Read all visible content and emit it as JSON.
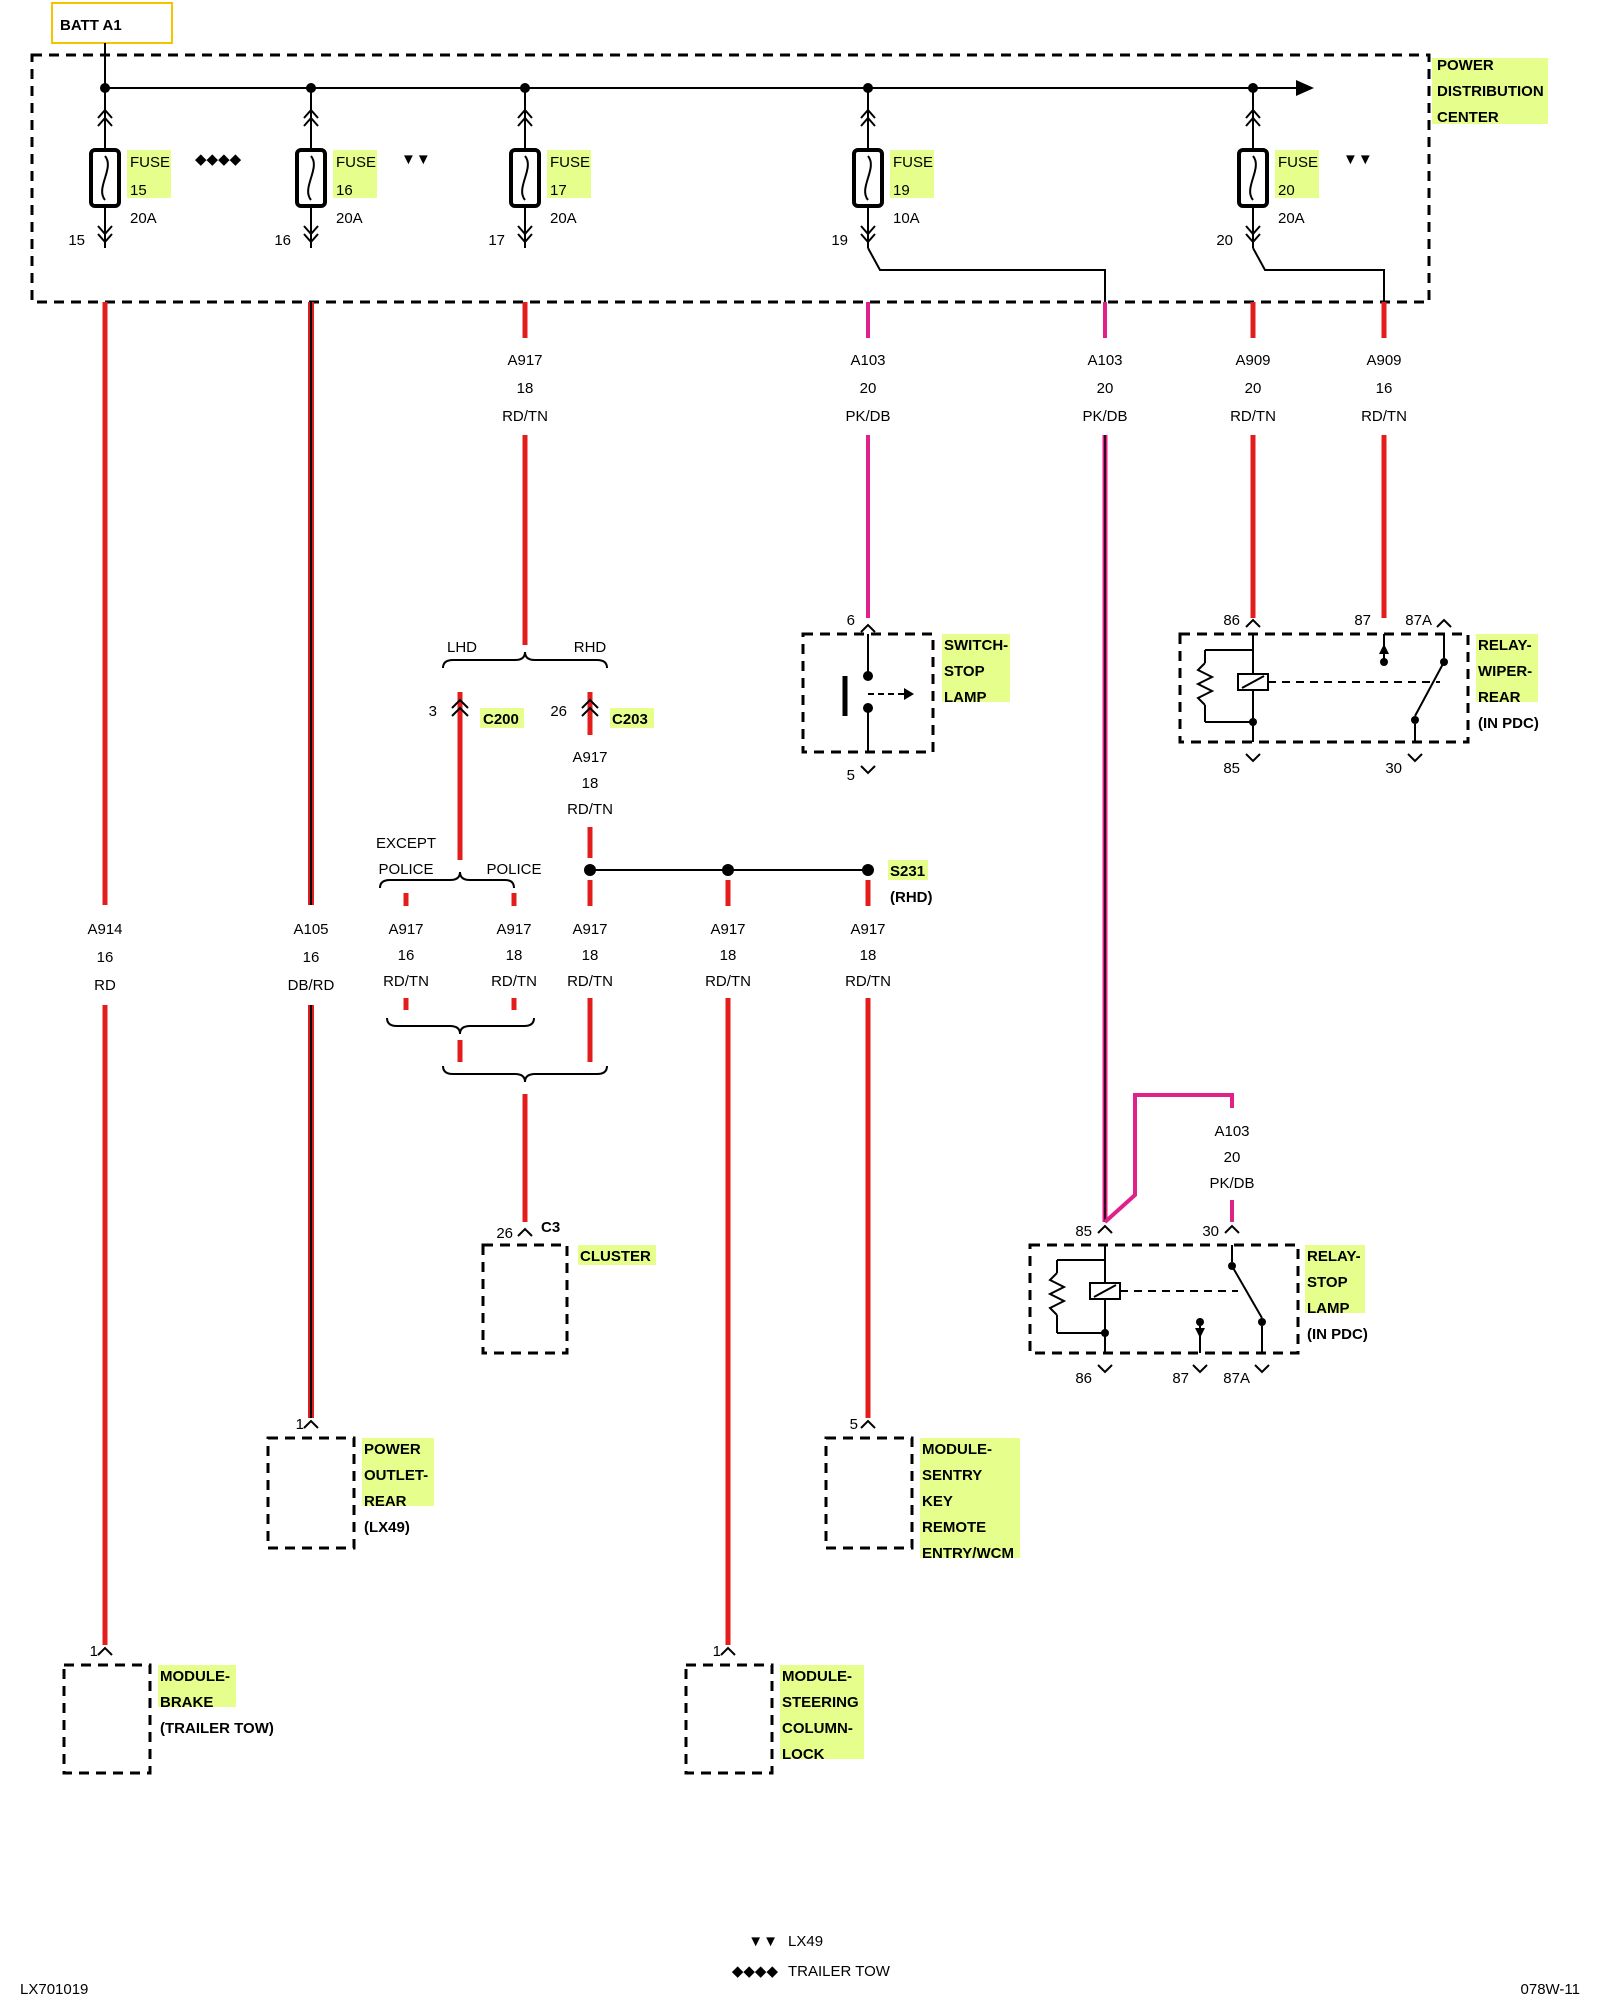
{
  "header": {
    "batt_label": "BATT A1"
  },
  "pdc": {
    "title_lines": [
      "POWER",
      "DISTRIBUTION",
      "CENTER"
    ]
  },
  "fuses": [
    {
      "word": "FUSE",
      "number": "15",
      "rating": "20A",
      "pin": "15",
      "marker": "◆◆◆◆"
    },
    {
      "word": "FUSE",
      "number": "16",
      "rating": "20A",
      "pin": "16",
      "marker": "▼▼"
    },
    {
      "word": "FUSE",
      "number": "17",
      "rating": "20A",
      "pin": "17",
      "marker": ""
    },
    {
      "word": "FUSE",
      "number": "19",
      "rating": "10A",
      "pin": "19",
      "marker": ""
    },
    {
      "word": "FUSE",
      "number": "20",
      "rating": "20A",
      "pin": "20",
      "marker": "▼▼"
    }
  ],
  "wires": {
    "a917_top": [
      "A917",
      "18",
      "RD/TN"
    ],
    "a103_19": [
      "A103",
      "20",
      "PK/DB"
    ],
    "a103_b": [
      "A103",
      "20",
      "PK/DB"
    ],
    "a909_a": [
      "A909",
      "20",
      "RD/TN"
    ],
    "a909_b": [
      "A909",
      "16",
      "RD/TN"
    ],
    "a917_rhd": [
      "A917",
      "18",
      "RD/TN"
    ],
    "a914": [
      "A914",
      "16",
      "RD"
    ],
    "a105": [
      "A105",
      "16",
      "DB/RD"
    ],
    "a917_except": [
      "A917",
      "16",
      "RD/TN"
    ],
    "a917_police": [
      "A917",
      "18",
      "RD/TN"
    ],
    "a917_s231": [
      "A917",
      "18",
      "RD/TN"
    ],
    "a917_steer": [
      "A917",
      "18",
      "RD/TN"
    ],
    "a917_sentry": [
      "A917",
      "18",
      "RD/TN"
    ],
    "a103_stoprelay": [
      "A103",
      "20",
      "PK/DB"
    ]
  },
  "branches": {
    "lhd": "LHD",
    "rhd": "RHD",
    "except_police_lines": [
      "EXCEPT",
      "POLICE"
    ],
    "police": "POLICE"
  },
  "connectors": {
    "c200_pin": "3",
    "c200": "C200",
    "c203_pin": "26",
    "c203": "C203",
    "s231": "S231",
    "s231_note": "(RHD)",
    "c3_pin": "26",
    "c3": "C3"
  },
  "components": {
    "switch_stop_lamp": {
      "lines": [
        "SWITCH-",
        "STOP",
        "LAMP"
      ],
      "pin_top": "6",
      "pin_bottom": "5"
    },
    "relay_wiper_rear": {
      "lines": [
        "RELAY-",
        "WIPER-",
        "REAR"
      ],
      "note": "(IN PDC)",
      "pin86": "86",
      "pin87": "87",
      "pin87a": "87A",
      "pin85": "85",
      "pin30": "30"
    },
    "cluster": {
      "label": "CLUSTER"
    },
    "relay_stop_lamp": {
      "lines": [
        "RELAY-",
        "STOP",
        "LAMP"
      ],
      "note": "(IN PDC)",
      "pin85": "85",
      "pin30": "30",
      "pin86": "86",
      "pin87": "87",
      "pin87a": "87A"
    },
    "power_outlet_rear": {
      "lines": [
        "POWER",
        "OUTLET-",
        "REAR"
      ],
      "note": "(LX49)",
      "pin": "1"
    },
    "module_sentry": {
      "lines": [
        "MODULE-",
        "SENTRY",
        "KEY",
        "REMOTE",
        "ENTRY/WCM"
      ],
      "pin": "5"
    },
    "module_brake": {
      "lines": [
        "MODULE-",
        "BRAKE"
      ],
      "note": "(TRAILER TOW)",
      "pin": "1"
    },
    "module_steering": {
      "lines": [
        "MODULE-",
        "STEERING",
        "COLUMN-",
        "LOCK"
      ],
      "pin": "1"
    }
  },
  "legend": [
    {
      "symbol": "▼▼",
      "text": "LX49"
    },
    {
      "symbol": "◆◆◆◆",
      "text": "TRAILER TOW"
    }
  ],
  "footer": {
    "left": "LX701019",
    "right": "078W-11"
  },
  "colors": {
    "red_wire": "#e31c1c",
    "pink_wire": "#e0218a",
    "highlight": "#e6ff8c",
    "batt_border": "#f5c400"
  }
}
